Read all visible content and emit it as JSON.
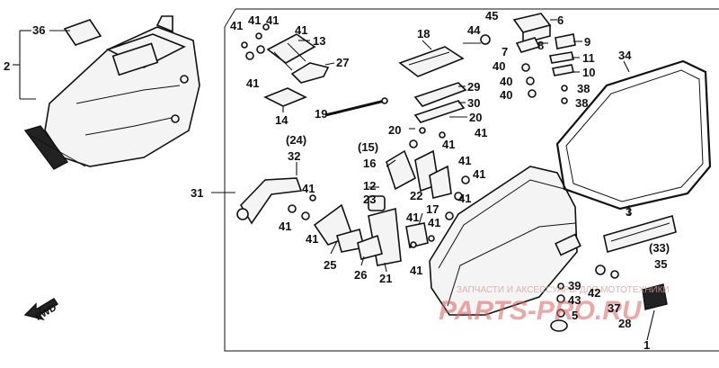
{
  "labels": {
    "l1": "1",
    "l2": "2",
    "l3": "3",
    "l5": "5",
    "l6": "6",
    "l7": "7",
    "l8": "8",
    "l9": "9",
    "l10": "10",
    "l11": "11",
    "l12": "12",
    "l13": "13",
    "l14": "14",
    "l15": "(15)",
    "l16": "16",
    "l17": "17",
    "l18": "18",
    "l19": "19",
    "l20a": "20",
    "l20b": "20",
    "l21": "21",
    "l22": "22",
    "l23": "23",
    "l24": "(24)",
    "l25": "25",
    "l26": "26",
    "l27": "27",
    "l28": "28",
    "l29": "29",
    "l30": "30",
    "l31": "31",
    "l32": "32",
    "l33": "(33)",
    "l34": "34",
    "l35": "35",
    "l36": "36",
    "l37": "37",
    "l38a": "38",
    "l38b": "38",
    "l39": "39",
    "l40a": "40",
    "l40b": "40",
    "l40c": "40",
    "l42": "42",
    "l43": "43",
    "l44": "44",
    "l45": "45",
    "l41_1": "41",
    "l41_2": "41",
    "l41_3": "41",
    "l41_4": "41",
    "l41_5": "41",
    "l41_6": "41",
    "l41_7": "41",
    "l41_8": "41",
    "l41_9": "41",
    "l41_10": "41",
    "l41_11": "41",
    "l41_12": "41",
    "l41_13": "41",
    "l41_14": "41",
    "l41_15": "41",
    "l41_16": "41"
  },
  "fwd": "FWD",
  "watermark": {
    "line1": "ЗАПЧАСТИ И АКСЕССУАРЫ ДЛЯ МОТОТЕХНИКИ",
    "line2": "PARTS-PRO.RU"
  }
}
